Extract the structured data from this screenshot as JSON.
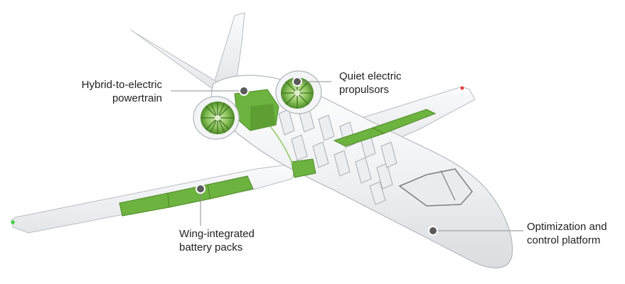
{
  "callouts": {
    "powertrain": {
      "line1": "Hybrid-to-electric",
      "line2": "powertrain"
    },
    "propulsors": {
      "line1": "Quiet electric",
      "line2": "propulsors"
    },
    "battery": {
      "line1": "Wing-integrated",
      "line2": "battery packs"
    },
    "platform": {
      "line1": "Optimization and",
      "line2": "control platform"
    }
  },
  "colors": {
    "component_green": "#6db33f",
    "component_green_dark": "#4e8a2a",
    "marker": "#5a5a5a",
    "airframe_stroke": "#b8bcc0",
    "airframe_fill": "#f4f5f6"
  }
}
